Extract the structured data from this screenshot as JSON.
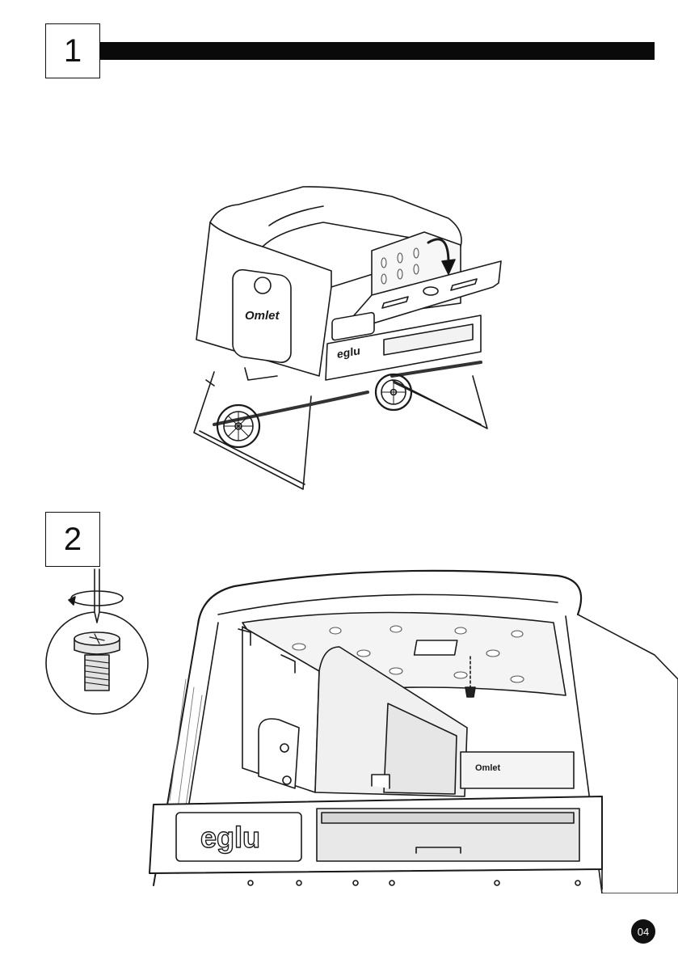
{
  "steps": [
    {
      "number": "1"
    },
    {
      "number": "2"
    }
  ],
  "illustration1": {
    "brand_logo": "Omlet",
    "panel_logo": "eglu"
  },
  "illustration2": {
    "panel_logo": "eglu",
    "inner_logo": "Omlet"
  },
  "icons": {
    "rotate": "rotate-arrow-icon",
    "screw": "screw-icon",
    "arrow": "curved-arrow-icon"
  },
  "footer": {
    "page_number": "04"
  }
}
